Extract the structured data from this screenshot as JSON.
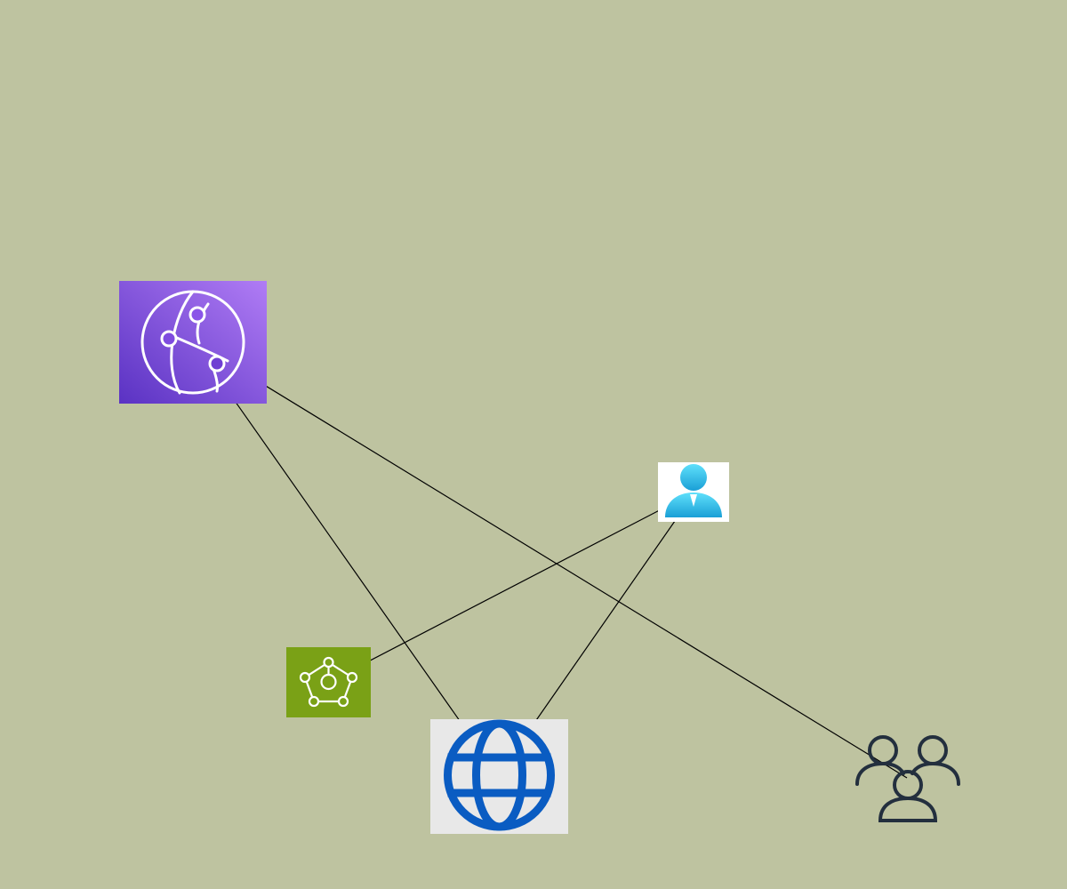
{
  "diagram": {
    "background": "#bec3a0",
    "nodes": [
      {
        "id": "cloudfront",
        "icon": "aws-cloudfront-icon",
        "color": "#8c4fff"
      },
      {
        "id": "user",
        "icon": "user-icon",
        "color": "#29c4f0"
      },
      {
        "id": "mesh",
        "icon": "app-mesh-icon",
        "color": "#7aa116"
      },
      {
        "id": "globe",
        "icon": "globe-icon",
        "color": "#0a5cc2"
      },
      {
        "id": "users",
        "icon": "users-icon",
        "color": "#232f3e"
      }
    ],
    "edges": [
      {
        "from": "globe",
        "to": "cloudfront",
        "arrow": "end"
      },
      {
        "from": "users",
        "to": "cloudfront",
        "arrow": "end"
      },
      {
        "from": "globe",
        "to": "user",
        "arrow": "end"
      },
      {
        "from": "user",
        "to": "mesh",
        "arrow": "end"
      }
    ],
    "edge_color": "#000000"
  }
}
